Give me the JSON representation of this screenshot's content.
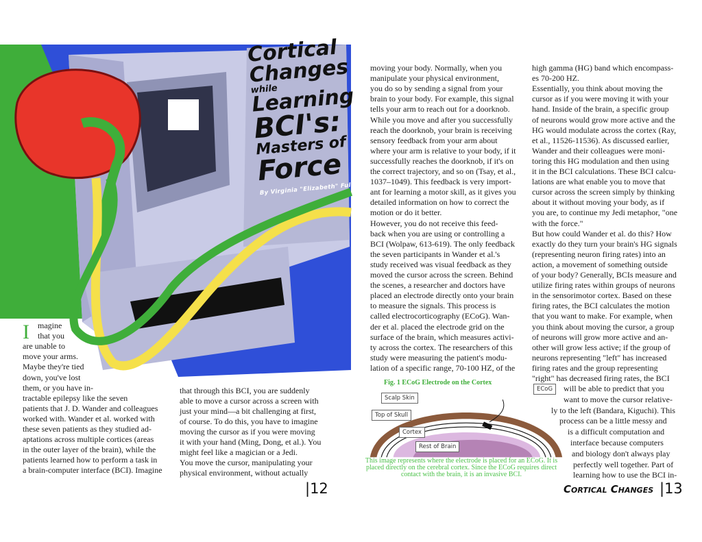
{
  "title": {
    "line1": "Cortical",
    "line2": "Changes",
    "line3": "while",
    "line4": "Learning",
    "line5": "BCI's:",
    "line6": "Masters of",
    "line7": "Force",
    "byline": "By Virginia \"Elizabeth\" Fulton"
  },
  "colors": {
    "green": "#3fae3a",
    "brain": "#e8352a",
    "cable_yellow": "#f5e04a",
    "monitor": "#c9cbe6"
  },
  "dropcap": "I",
  "columns": [
    {
      "id": "col1",
      "lines": [
        "magine",
        "that you",
        "are unable to",
        "move your arms.",
        "Maybe they're tied",
        "down, you've lost",
        "them, or you have in-",
        "tractable epilepsy like the seven",
        "patients that J. D. Wander and colleagues",
        "worked with. Wander et al. worked with",
        "these seven patients as they studied ad-",
        "aptations across multiple cortices (areas",
        "in the outer layer of the brain),  while the",
        "patients learned how to perform a task in",
        "a brain-computer interface (BCI). Imagine"
      ]
    },
    {
      "id": "col2",
      "lines": [
        "that through this BCI, you are suddenly",
        "able to move a cursor across a screen with",
        "just your mind—a bit challenging at first,",
        "of course. To do this, you have to imagine",
        "moving the cursor as if you were moving",
        "it with your hand (Ming, Dong, et al.). You",
        "might feel like a magician or a Jedi.",
        "You move the cursor, manipulating your",
        "physical environment, without actually"
      ]
    },
    {
      "id": "col3",
      "lines": [
        "moving your body. Normally, when you",
        "manipulate your physical environment,",
        "you do so by  sending a signal from your",
        "brain to your body. For example, this signal",
        "tells your arm to reach out for a doorknob.",
        "While you move and after you successfully",
        "reach the doorknob, your brain is receiving",
        "sensory feedback from your arm about",
        "where your arm is relative to your body, if it",
        "successfully reaches the doorknob, if it's on",
        "the correct trajectory, and so on (Tsay, et al.,",
        "1037–1049). This feedback is very import-",
        "ant for learning a motor skill, as it gives you",
        "detailed information on how to correct the",
        "motion or do it better.",
        "          However, you do not receive this feed-",
        "back when you are using or controlling a",
        "BCI (Wolpaw, 613-619). The only feedback",
        "the seven participants in Wander et al.'s",
        "study received was visual feedback as they",
        "moved the cursor across the screen. Behind",
        "the scenes, a researcher and doctors have",
        "placed an electrode directly onto your brain",
        "to measure the signals. This process is",
        "called electrocorticography (ECoG). Wan-",
        "der et al. placed the electrode grid on the",
        "surface of the brain, which measures activi-",
        "ty across the cortex. The researchers of this",
        "study were measuring the patient's modu-",
        "lation of a specific range, 70-100 HZ, of the"
      ]
    },
    {
      "id": "col4",
      "lines": [
        "high gamma (HG) band which encompass-",
        "es 70-200 HZ.",
        "Essentially, you think about moving the",
        "cursor as if you were moving it with your",
        "hand. Inside of  the brain, a specific group",
        "of neurons would grow more active  and the",
        "HG would modulate across the cortex (Ray,",
        "et al., 11526-11536). As discussed earlier,",
        "Wander and their colleagues were moni-",
        "toring this HG modulation and then using",
        "it in the BCI calculations. These BCI calcu-",
        "lations are what enable you to move that",
        "cursor across the screen simply by thinking",
        "about it without moving your body, as if",
        "you are, to continue my Jedi metaphor, \"one",
        "with the force.\"",
        "But how could Wander et al. do this? How",
        "exactly do they turn your brain's HG signals",
        "(representing neuron firing rates) into an",
        "action, a movement of something outside",
        "of your body? Generally, BCIs measure and",
        "utilize firing rates within groups of neurons",
        "in the sensorimotor cortex. Based on these",
        "firing rates, the BCI calculates the motion",
        "that you want to make. For example, when",
        "you think about moving the cursor, a group",
        "of neurons will grow more active and an-",
        "other will grow less active; if the group of",
        "neurons representing \"left\" has increased",
        "firing rates and the group representing",
        "\"right\" has decreased firing rates, the BCI"
      ]
    },
    {
      "id": "col4wrap",
      "lines": [
        "will be able to predict that you",
        "want to move the cursor relative-",
        "ly to the left (Bandara, Kiguchi). This",
        "process can be a little messy and",
        "is a difficult computation and",
        "interface because computers",
        "and biology don't always play",
        "perfectly well together.  Part of",
        "learning how to use the BCI in-"
      ]
    }
  ],
  "figure": {
    "title": "Fig. 1 ECoG Electrode on the Cortex",
    "labels": {
      "scalp": "Scalp Skin",
      "skull": "Top of Skull",
      "cortex": "Cortex",
      "brain": "Rest of Brain",
      "ecog": "ECoG"
    },
    "caption": "This image represents where the electrode is placed for an ECoG. It is placed directly on the cerebral cortex. Since the ECoG requires direct contact with the brain, it is an invasive BCI."
  },
  "footer": {
    "left_page": "|12",
    "running_head": "Cortical Changes",
    "right_page": "|13"
  }
}
